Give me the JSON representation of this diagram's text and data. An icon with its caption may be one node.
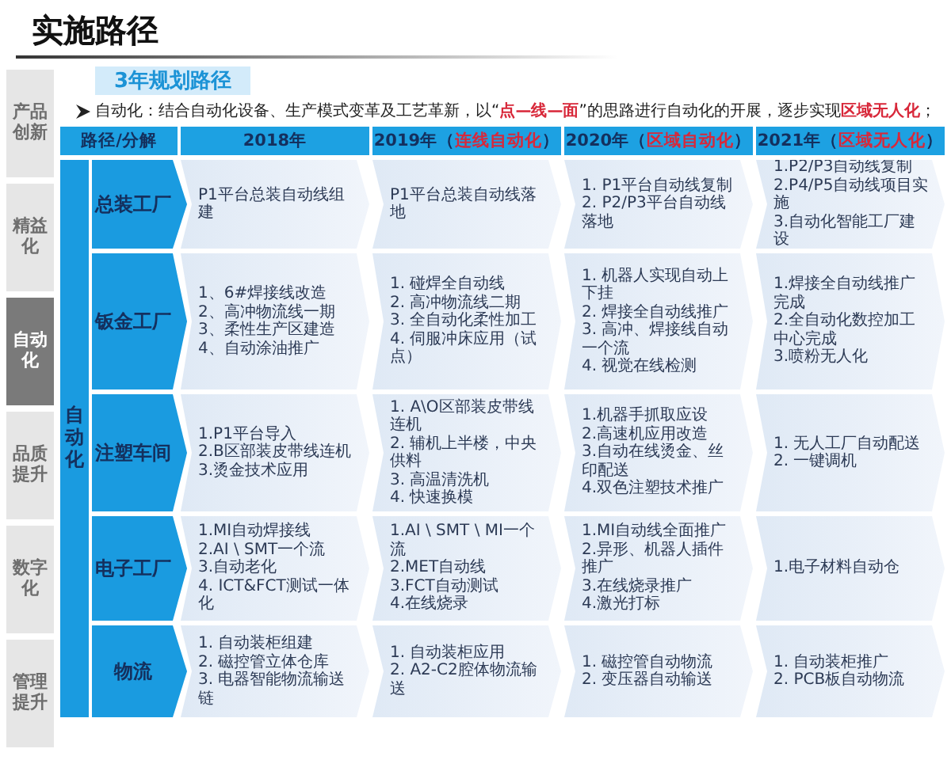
{
  "diagram": {
    "title": "实施路径",
    "nodes": [
      {
        "text": [
          "产品创新"
        ]
      },
      {
        "text": [
          "精益化"
        ]
      },
      {
        "text": [
          "自动化"
        ]
      },
      {
        "text": [
          "品质提升"
        ]
      },
      {
        "text": [
          "数字化"
        ]
      },
      {
        "text": [
          "管理提升"
        ]
      },
      {
        "text": [
          "3年规划路径"
        ]
      },
      {
        "text": [
          "路径/分解"
        ]
      },
      {
        "text": [
          "2018年"
        ]
      },
      {
        "text": [
          "2019年（**连线自动化**）"
        ]
      },
      {
        "text": [
          "2020年（**区域自动化**）"
        ]
      },
      {
        "text": [
          "2021年（**区域无人化**）"
        ]
      },
      {
        "text": [
          "自动化"
        ]
      },
      {
        "text": [
          "总装工厂"
        ]
      },
      {
        "text": [
          "P1平台总装自动线组建"
        ]
      },
      {
        "text": [
          "P1平台总装自动线落地"
        ]
      },
      {
        "text": [
          "1. P1平台自动线复制",
          "2. P2/P3平台自动线落地"
        ]
      },
      {
        "text": [
          "1.P2/P3自动线复制",
          "2.P4/P5自动线项目实施",
          "3.自动化智能工厂建设"
        ]
      },
      {
        "text": [
          "钣金工厂"
        ]
      },
      {
        "text": [
          "1、6#焊接线改造",
          "2、高冲物流线一期",
          "3、柔性生产区建造",
          "4、自动涂油推广"
        ]
      },
      {
        "text": [
          "1. 碰焊全自动线",
          "2. 高冲物流线二期",
          "3. 全自动化柔性加工",
          "4. 伺服冲床应用（试点）"
        ]
      },
      {
        "text": [
          "1. 机器人实现自动上下挂",
          "2. 焊接全自动线推广",
          "3. 高冲、焊接线自动一个流",
          "4. 视觉在线检测"
        ]
      },
      {
        "text": [
          "1.焊接全自动线推广完成",
          "2.全自动化数控加工中心完成",
          "3.喷粉无人化"
        ]
      },
      {
        "text": [
          "注塑车间"
        ]
      },
      {
        "text": [
          "1.P1平台导入",
          "2.B区部装皮带线连机",
          "3.烫金技术应用"
        ]
      },
      {
        "text": [
          "1. A\\O区部装皮带线连机",
          "2. 辅机上半楼，中央供料",
          "3. 高温清洗机",
          "4. 快速换模"
        ]
      },
      {
        "text": [
          "1.机器手抓取应设",
          "2.高速机应用改造",
          "3.自动在线烫金、丝印配送",
          "4.双色注塑技术推广"
        ]
      },
      {
        "text": [
          "1. 无人工厂自动配送",
          "2. 一键调机"
        ]
      },
      {
        "text": [
          "电子工厂"
        ]
      },
      {
        "text": [
          "1.MI自动焊接线",
          "2.AI \\ SMT一个流",
          "3.自动老化",
          "4. ICT&FCT测试一体化"
        ]
      },
      {
        "text": [
          "1.AI \\ SMT \\ MI一个流",
          "2.MET自动线",
          "3.FCT自动测试",
          "4.在线烧录"
        ]
      },
      {
        "text": [
          "1.MI自动线全面推广",
          "2.异形、机器人插件推广",
          "3.在线烧录推广",
          "4.激光打标"
        ]
      },
      {
        "text": [
          "1.电子材料自动仓"
        ]
      },
      {
        "text": [
          "物流"
        ]
      },
      {
        "text": [
          "1. 自动装柜组建",
          "2. 磁控管立体仓库",
          "3. 电器智能物流输送链"
        ]
      },
      {
        "text": [
          "1. 自动装柜应用",
          "2. A2-C2腔体物流输送"
        ]
      },
      {
        "text": [
          "1. 磁控管自动物流",
          "2. 变压器自动输送"
        ]
      },
      {
        "text": [
          "1. 自动装柜推广",
          "2. PCB板自动物流"
        ]
      }
    ],
    "labels": [
      "自动化：结合自动化设备、生产模式变革及工艺革新，以“**点—线—面**”的思路进行自动化的开展，逐步实现**区域无人化**；"
    ]
  }
}
